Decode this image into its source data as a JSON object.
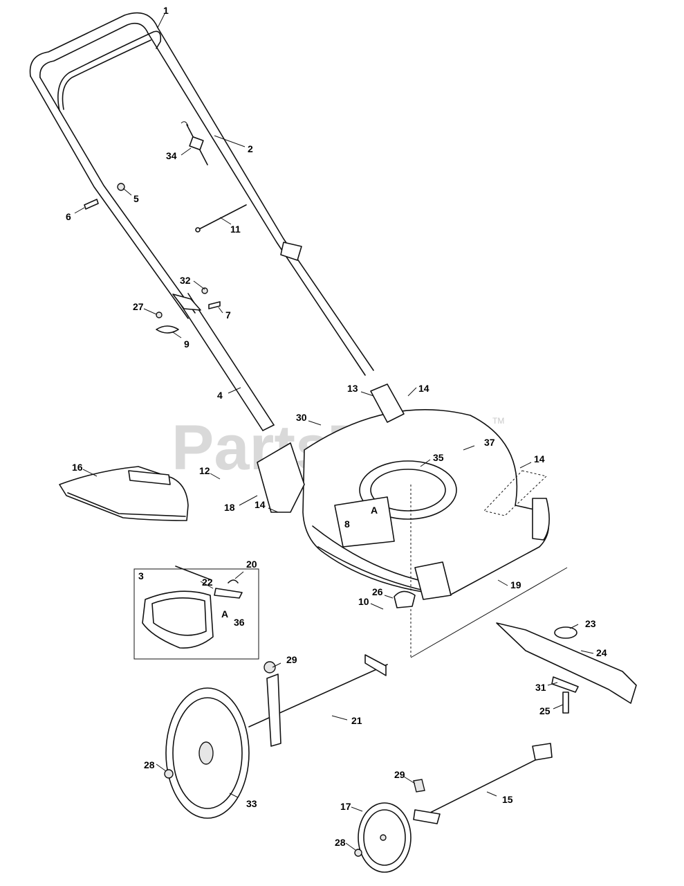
{
  "watermark": {
    "text": "PartsTree",
    "tm": "TM"
  },
  "kit_box_label": "3",
  "labels": [
    "1",
    "2",
    "34",
    "5",
    "6",
    "11",
    "32",
    "27",
    "7",
    "9",
    "4",
    "13",
    "14",
    "30",
    "37",
    "16",
    "12",
    "35",
    "14",
    "18",
    "14",
    "8",
    "A",
    "3",
    "22",
    "20",
    "A",
    "36",
    "19",
    "26",
    "10",
    "23",
    "24",
    "29",
    "31",
    "25",
    "21",
    "28",
    "33",
    "29",
    "15",
    "17",
    "28"
  ]
}
